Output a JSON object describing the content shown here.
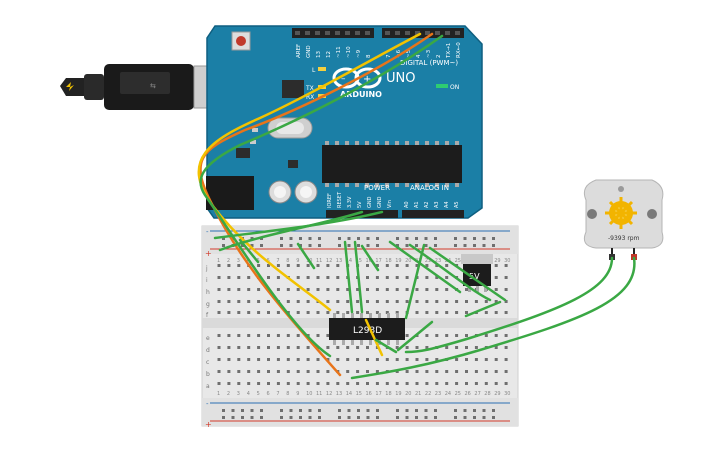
{
  "arduino": {
    "logo_text": "ARDUINO",
    "model": "UNO",
    "on_label": "ON",
    "tx_label": "TX",
    "rx_label": "RX",
    "l_label": "L",
    "digital_label": "DIGITAL (PWM~)",
    "power_label": "POWER",
    "analog_label": "ANALOG IN",
    "top_pins": [
      "AREF",
      "GND",
      "13",
      "12",
      "~11",
      "~10",
      "~9",
      "8",
      "7",
      "~6",
      "~5",
      "4",
      "~3",
      "2",
      "TX→1",
      "RX←0"
    ],
    "power_pins": [
      "IOREF",
      "RESET",
      "3.3V",
      "5V",
      "GND",
      "GND",
      "Vin"
    ],
    "analog_pins": [
      "A0",
      "A1",
      "A2",
      "A3",
      "A4",
      "A5"
    ]
  },
  "chip": {
    "label": "L293D"
  },
  "regulator": {
    "label": "5V"
  },
  "motor": {
    "rpm": "-9393 rpm"
  },
  "breadboard": {
    "row_letters_top": [
      "j",
      "i",
      "h",
      "g",
      "f"
    ],
    "row_letters_bottom": [
      "e",
      "d",
      "c",
      "b",
      "a"
    ],
    "column_numbers": [
      "1",
      "2",
      "3",
      "4",
      "5",
      "6",
      "7",
      "8",
      "9",
      "10",
      "11",
      "12",
      "13",
      "14",
      "15",
      "16",
      "17",
      "18",
      "19",
      "20",
      "21",
      "22",
      "23",
      "24",
      "25",
      "26",
      "27",
      "28",
      "29",
      "30"
    ],
    "rail_plus": "+",
    "rail_minus": "-"
  },
  "colors": {
    "arduino_blue": "#1b7fa6",
    "wire_green": "#3aa844",
    "wire_yellow": "#f2c200",
    "wire_orange": "#e8741a",
    "rail_red": "#d33a2c",
    "rail_blue": "#2b6fb3",
    "chip_black": "#1c1c1c"
  }
}
